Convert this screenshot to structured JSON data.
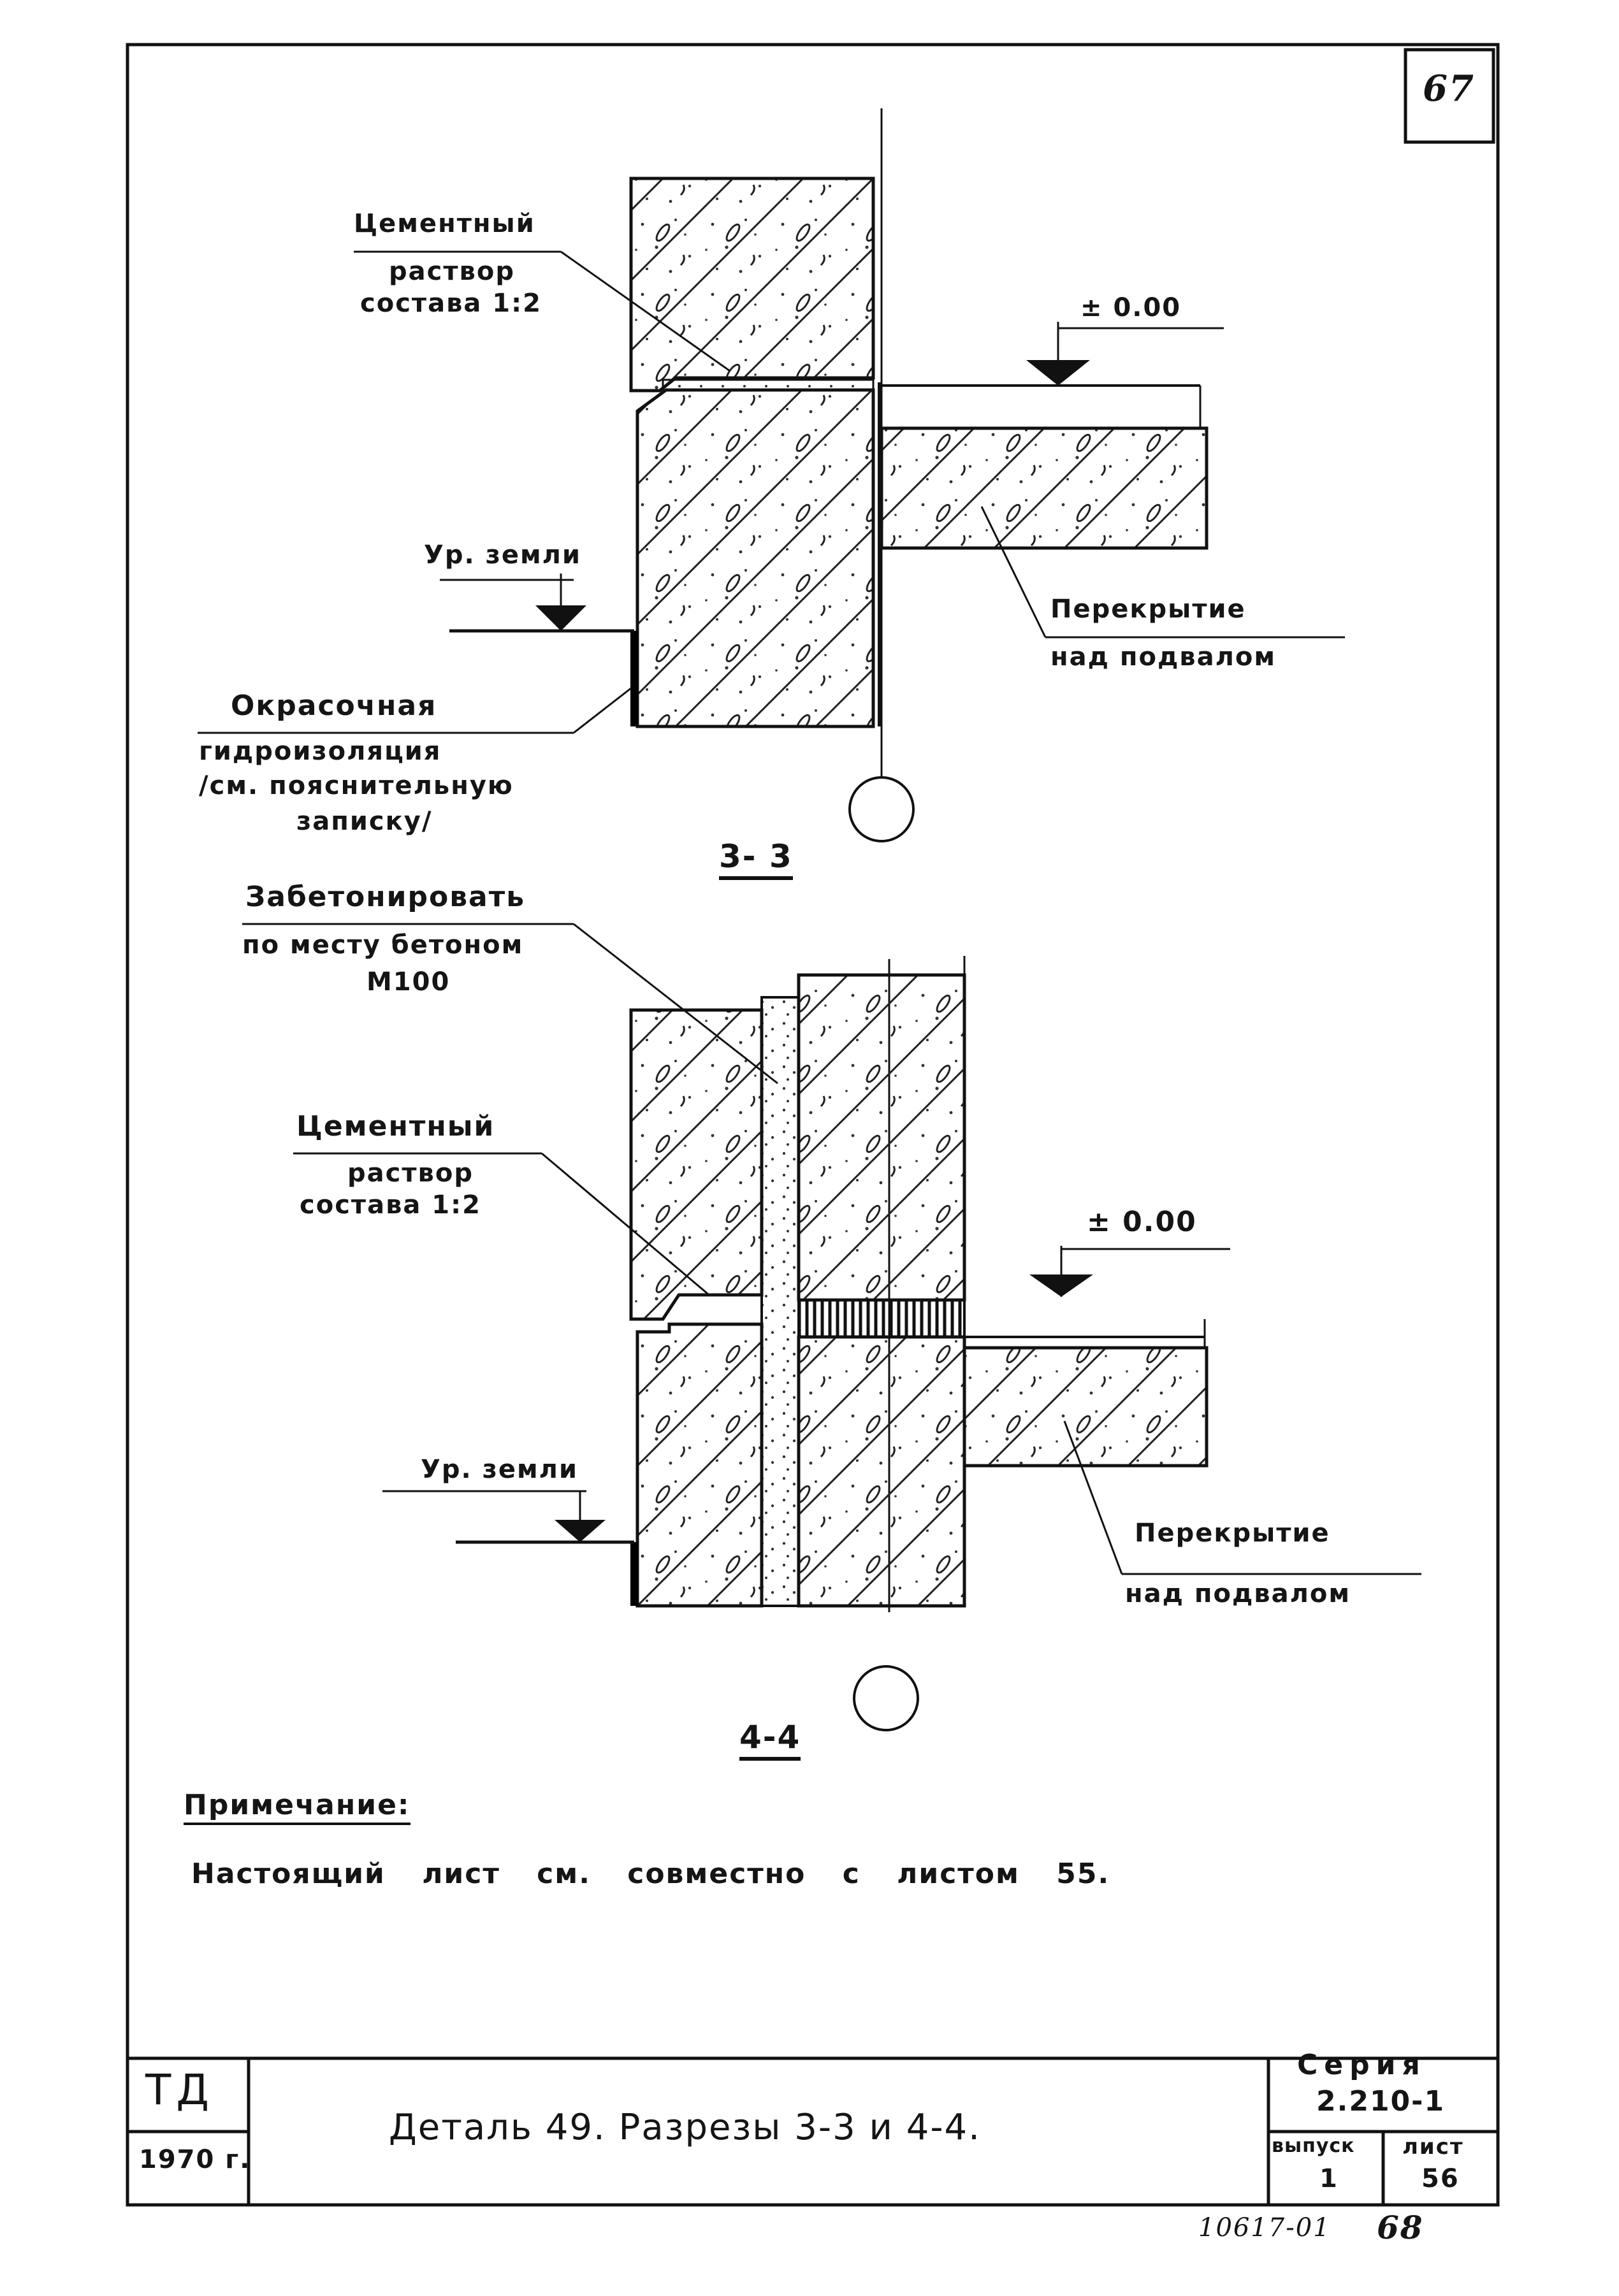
{
  "sheet": {
    "corner_number": "67"
  },
  "section_3_3": {
    "title": "3- 3",
    "cement_mortar": [
      "Цементный",
      "раствор",
      "состава 1:2"
    ],
    "elevation_mark": "± 0.00",
    "ground_level": "Ур. земли",
    "floor_slab": [
      "Перекрытие",
      "над подвалом"
    ],
    "waterproofing": [
      "Окрасочная",
      "гидроизоляция",
      "/см. пояснительную",
      "записку/"
    ]
  },
  "section_4_4": {
    "title": "4-4",
    "concrete_fill": [
      "Забетонировать",
      "по месту бетоном",
      "М100"
    ],
    "cement_mortar": [
      "Цементный",
      "раствор",
      "состава 1:2"
    ],
    "elevation_mark": "± 0.00",
    "ground_level": "Ур. земли",
    "floor_slab": [
      "Перекрытие",
      "над подвалом"
    ]
  },
  "note": {
    "heading": "Примечание:",
    "text": "Настоящий лист см. совместно с листом 55."
  },
  "title_block": {
    "org": "ТД",
    "year": "1970 г.",
    "title": "Деталь 49. Разрезы 3-3 и 4-4.",
    "series_label": "Серия",
    "series_value": "2.210-1",
    "issue_label": "выпуск",
    "issue_value": "1",
    "sheet_label": "лист",
    "sheet_value": "56"
  },
  "archive": {
    "number": "10617-01",
    "page": "68"
  }
}
